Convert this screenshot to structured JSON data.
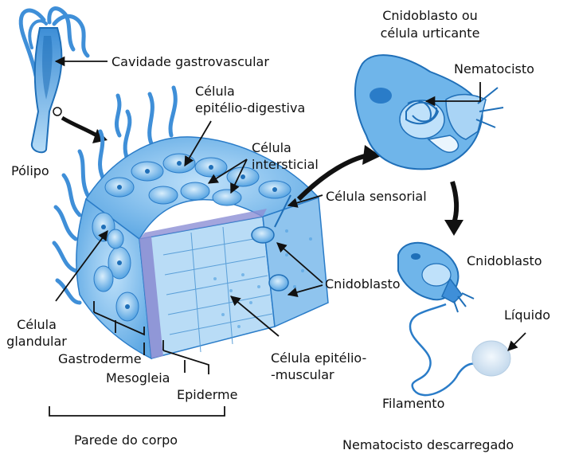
{
  "diagram": {
    "labels": {
      "cavidade": "Cavidade gastrovascular",
      "polipo": "Pólipo",
      "epitelio_digestiva_1": "Célula",
      "epitelio_digestiva_2": "epitélio-digestiva",
      "intersticial_1": "Célula",
      "intersticial_2": "intersticial",
      "sensorial": "Célula sensorial",
      "glandular_1": "Célula",
      "glandular_2": "glandular",
      "cnidoblasto_mid": "Cnidoblasto",
      "epitelio_muscular_1": "Célula epitélio-",
      "epitelio_muscular_2": "-muscular",
      "gastroderme": "Gastroderme",
      "mesogleia": "Mesogleia",
      "epiderme": "Epiderme",
      "parede": "Parede do corpo",
      "cnidoblasto_ou_1": "Cnidoblasto ou",
      "cnidoblasto_ou_2": "célula urticante",
      "nematocisto": "Nematocisto",
      "cnidoblasto_right": "Cnidoblasto",
      "liquido": "Líquido",
      "filamento": "Filamento",
      "nematocisto_desc": "Nematocisto descarregado"
    }
  },
  "colors": {
    "body_blue": "#5aa8e6",
    "light_blue": "#a9d4f5",
    "dark_blue": "#1f6fb8",
    "tentacle_blue": "#3f8fd8",
    "mesogleia_purple": "#8c8fd4",
    "arrow": "#111111"
  }
}
